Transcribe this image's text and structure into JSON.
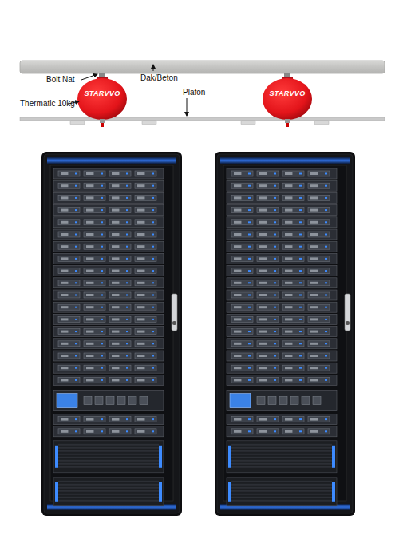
{
  "diagram": {
    "labels": [
      "Bolt Nat",
      "Thermatic 10kg",
      "Dak/Beton",
      "Plafon",
      "STARVVO",
      "STARVVO"
    ]
  }
}
